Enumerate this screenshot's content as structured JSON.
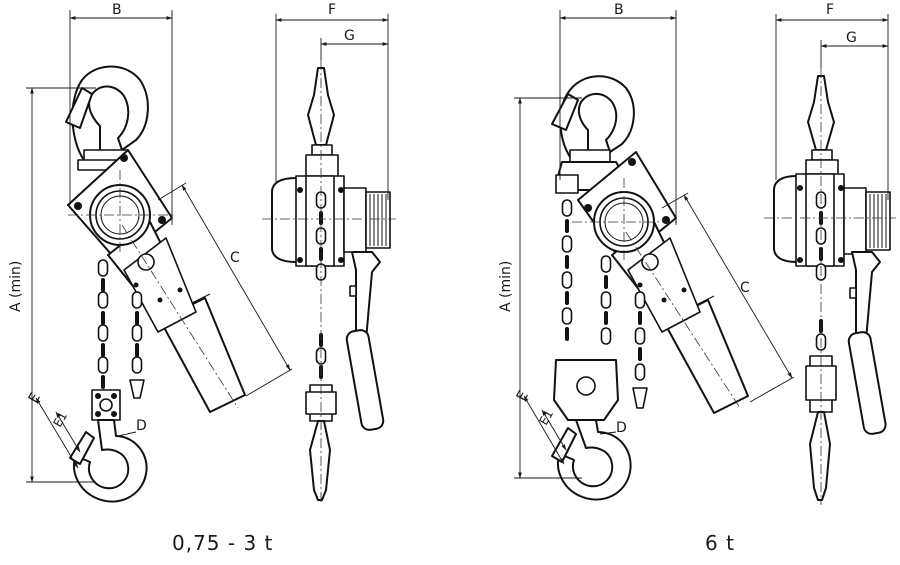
{
  "labels": {
    "A": "A (min)",
    "B": "B",
    "C": "C",
    "D": "D",
    "E": "E",
    "E1": "E1",
    "F": "F",
    "G": "G"
  },
  "captions": {
    "left": "0,75 - 3 t",
    "right": "6 t"
  }
}
